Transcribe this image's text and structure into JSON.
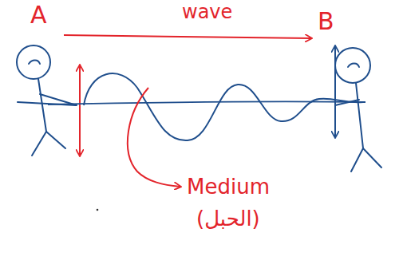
{
  "diagram": {
    "labels": [
      "A",
      "wave",
      "B",
      "Medium",
      "(الحبل)"
    ]
  }
}
